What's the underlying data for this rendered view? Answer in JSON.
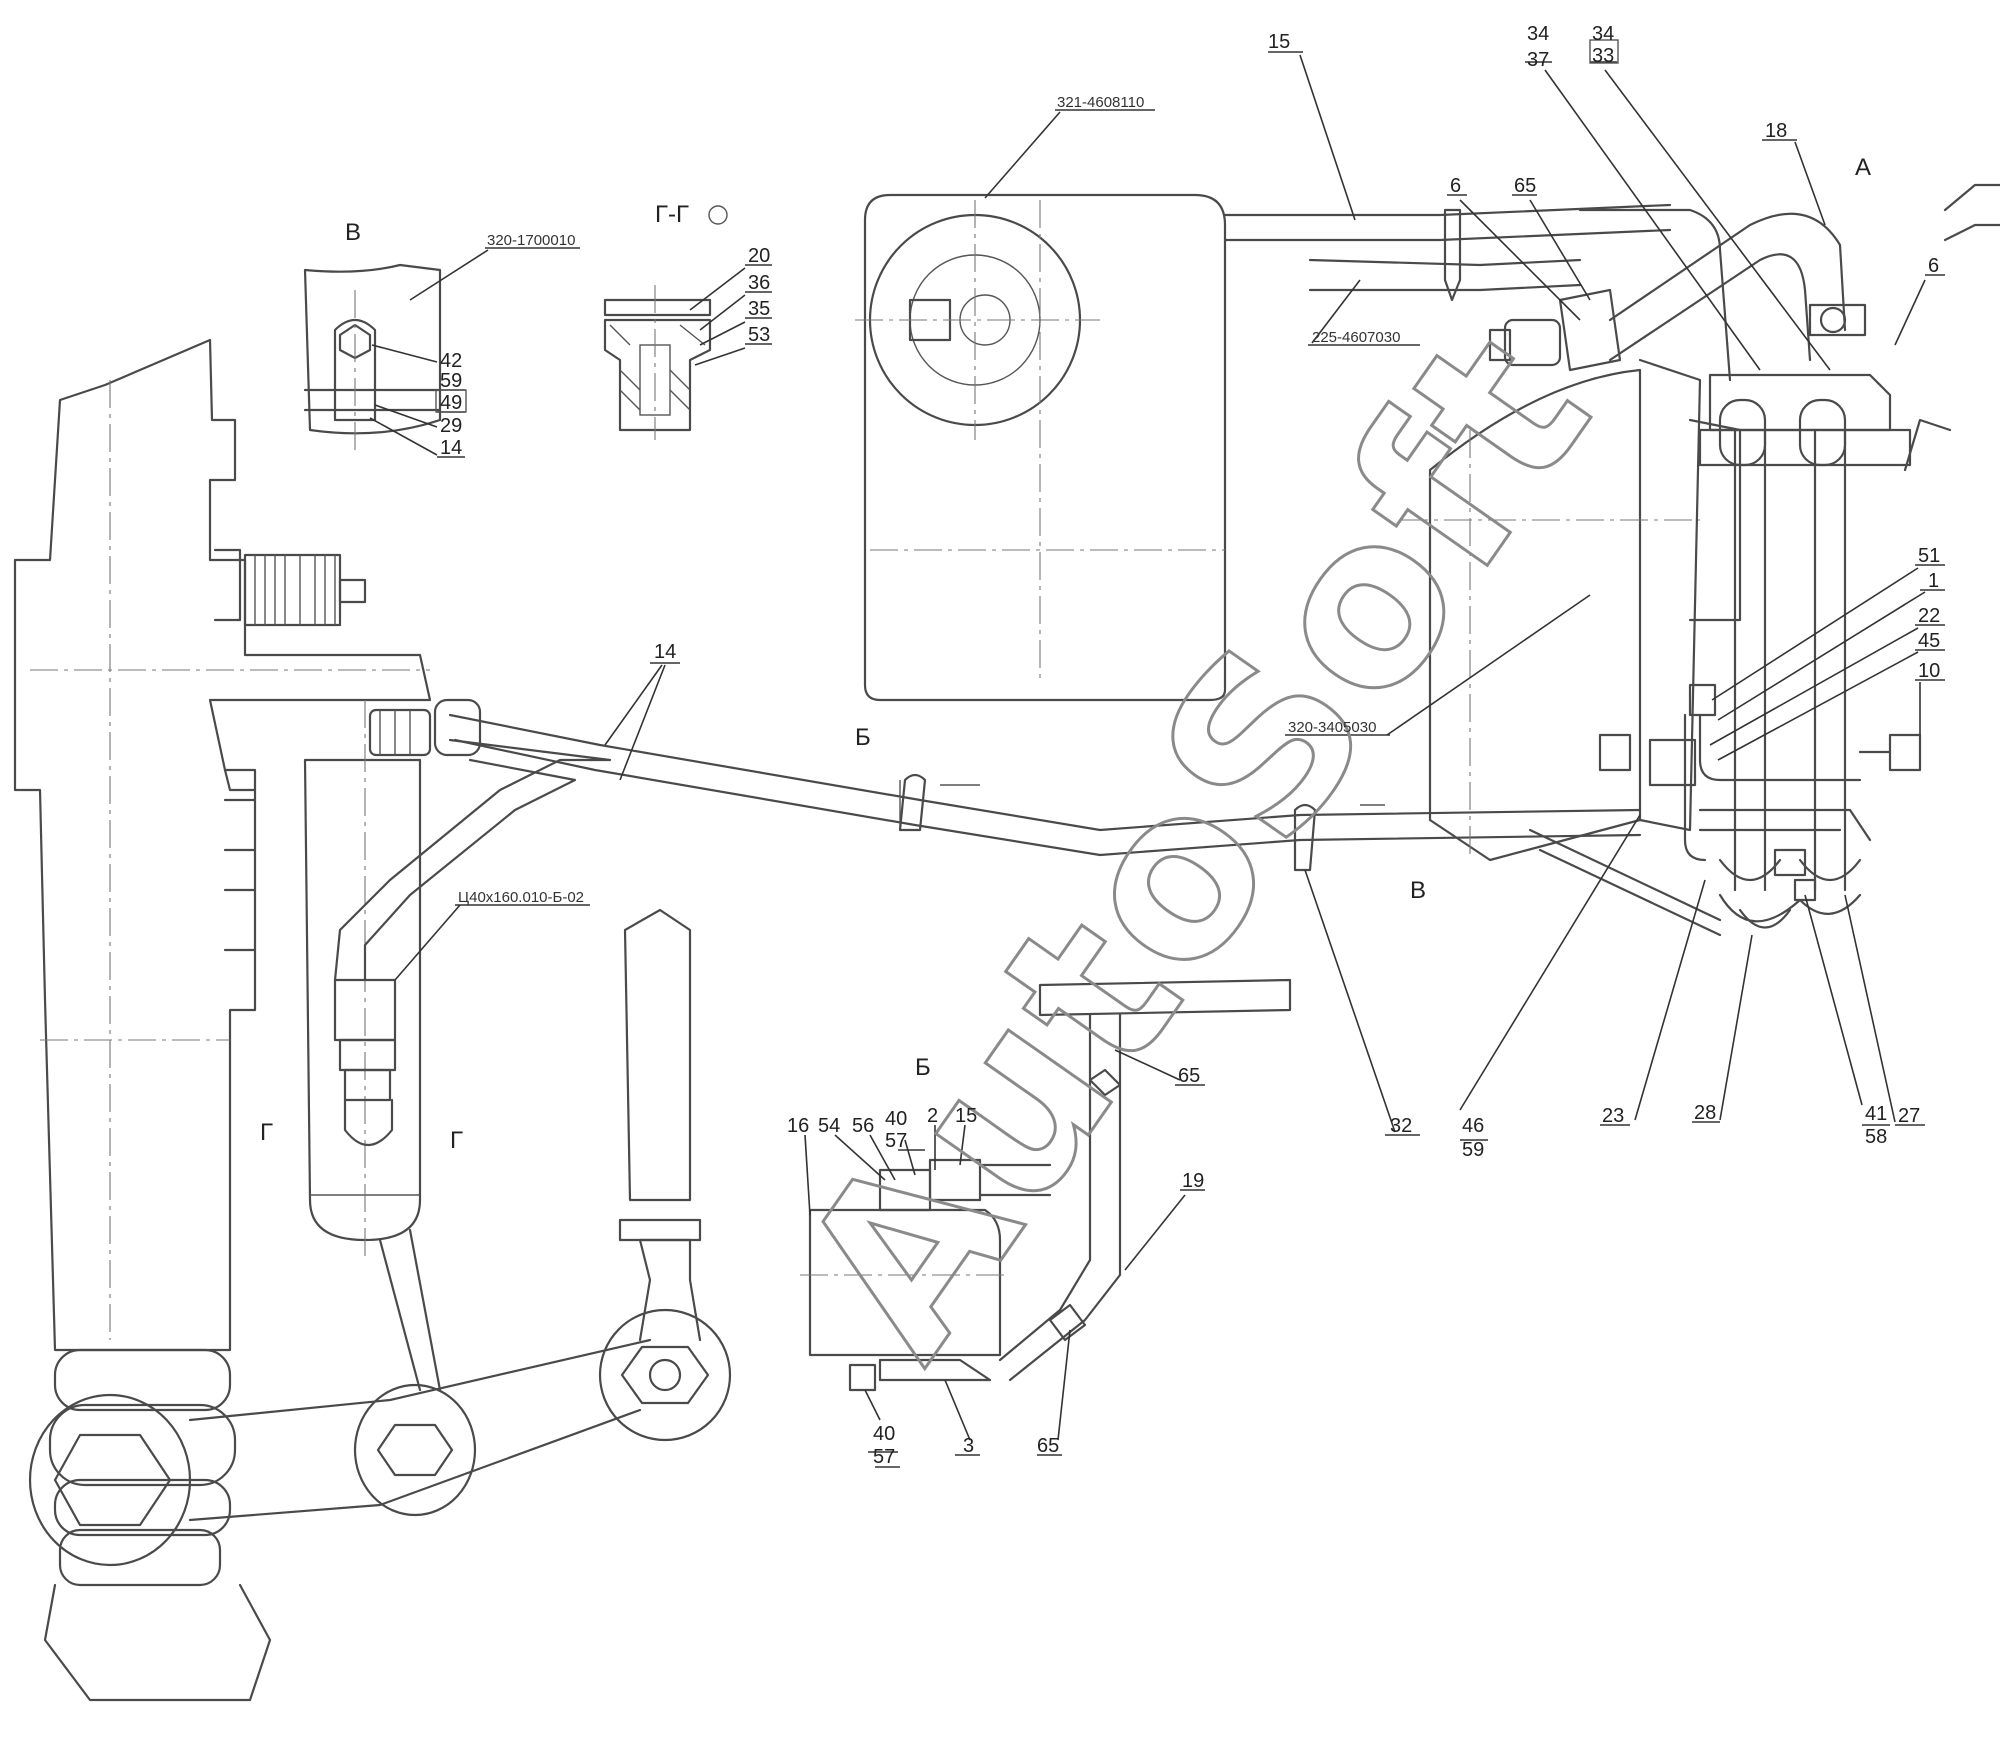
{
  "watermark": "AutoSoft",
  "views": {
    "v": "В",
    "g_g_section": "Г-Г",
    "b": "Б",
    "a": "А",
    "b_mark": "Б",
    "v_mark": "В",
    "g_left": "Г",
    "g_right": "Г"
  },
  "codes": {
    "c1700010": "320-1700010",
    "c4608110": "321-4608110",
    "c4607030": "225-4607030",
    "c3405030": "320-3405030",
    "tube_spec": "Ц40х160.010-Б-02"
  },
  "callouts": {
    "n15_top": "15",
    "n34a": "34",
    "n37": "37",
    "n34b": "34",
    "n33": "33",
    "n18": "18",
    "n6_top": "6",
    "n65_top": "65",
    "n6_right": "6",
    "n20": "20",
    "n36": "36",
    "n35": "35",
    "n53": "53",
    "n42": "42",
    "n59_v": "59",
    "n49": "49",
    "n29": "29",
    "n14_v": "14",
    "n14_main": "14",
    "n51": "51",
    "n1": "1",
    "n22": "22",
    "n45": "45",
    "n10": "10",
    "n65_mid": "65",
    "n19": "19",
    "n16": "16",
    "n54": "54",
    "n56": "56",
    "n40_top": "40",
    "n57_top": "57",
    "n2": "2",
    "n15_b": "15",
    "n40_bot": "40",
    "n57_bot": "57",
    "n3": "3",
    "n65_bot": "65",
    "n32": "32",
    "n46": "46",
    "n59_b": "59",
    "n23": "23",
    "n28": "28",
    "n41": "41",
    "n58": "58",
    "n27": "27"
  }
}
